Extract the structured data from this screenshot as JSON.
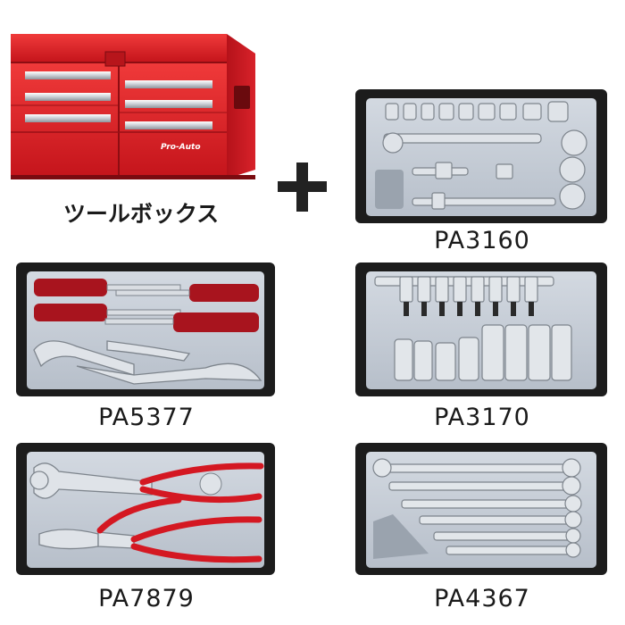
{
  "toolbox": {
    "label": "ツールボックス",
    "brand_text": "Pro-Auto",
    "color": "#e21f26"
  },
  "plus_sign": "+",
  "sets": [
    {
      "code": "PA3160"
    },
    {
      "code": "PA5377"
    },
    {
      "code": "PA3170"
    },
    {
      "code": "PA7879"
    },
    {
      "code": "PA4367"
    }
  ],
  "colors": {
    "tray_outer": "#1c1c1c",
    "tray_inner": "#c8cfd8",
    "handle_red": "#a8141e",
    "chrome": "#d9dde2"
  }
}
